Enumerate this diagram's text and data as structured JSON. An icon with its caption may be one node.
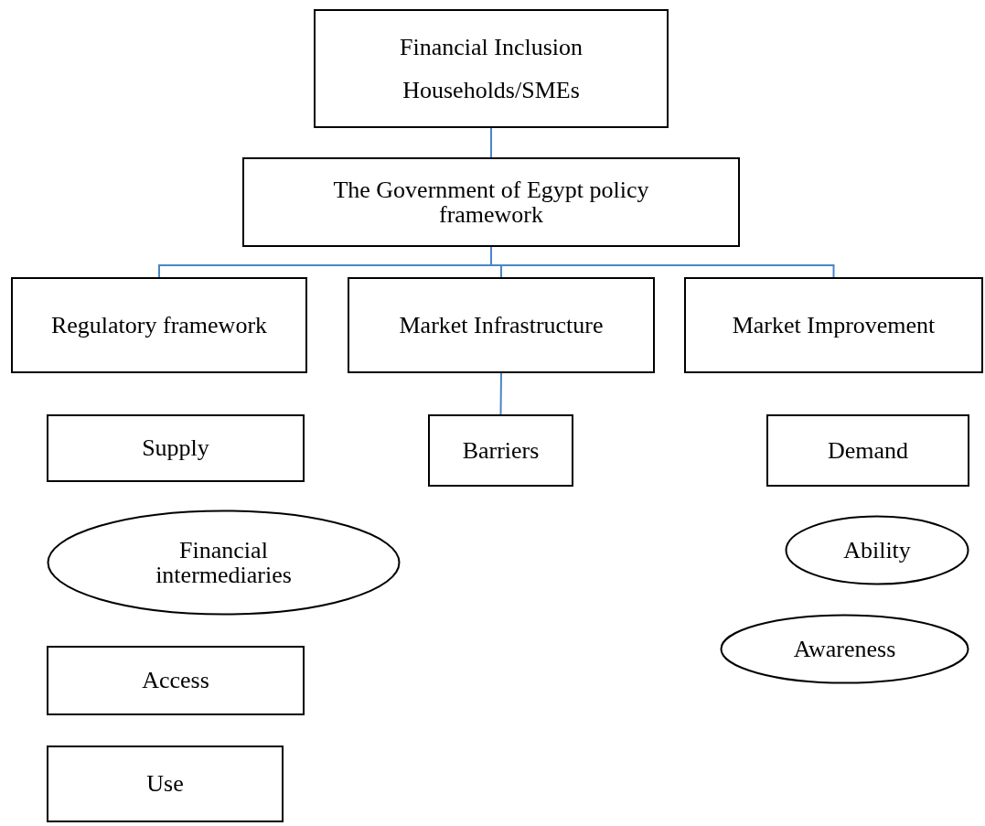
{
  "diagram": {
    "nodes": [
      {
        "text": [
          "Financial Inclusion",
          "Households/SMEs"
        ]
      },
      {
        "text": [
          "The Government of Egypt policy framework"
        ]
      },
      {
        "text": [
          "Regulatory framework"
        ]
      },
      {
        "text": [
          "Market Infrastructure"
        ]
      },
      {
        "text": [
          "Market Improvement"
        ]
      },
      {
        "text": [
          "Supply"
        ]
      },
      {
        "text": [
          "Barriers"
        ]
      },
      {
        "text": [
          "Demand"
        ]
      },
      {
        "text": [
          "Financial intermediaries"
        ]
      },
      {
        "text": [
          "Ability"
        ]
      },
      {
        "text": [
          "Awareness"
        ]
      },
      {
        "text": [
          "Access"
        ]
      },
      {
        "text": [
          "Use"
        ]
      }
    ],
    "edges": [
      {
        "from": 0,
        "to": 1,
        "arrow": "none",
        "color": "#4a86c5"
      },
      {
        "from": 1,
        "to": 2,
        "arrow": "none",
        "color": "#4a86c5"
      },
      {
        "from": 1,
        "to": 3,
        "arrow": "none",
        "color": "#4a86c5"
      },
      {
        "from": 1,
        "to": 4,
        "arrow": "none",
        "color": "#4a86c5"
      },
      {
        "from": 3,
        "to": 6,
        "arrow": "none",
        "color": "#4a86c5"
      }
    ]
  }
}
